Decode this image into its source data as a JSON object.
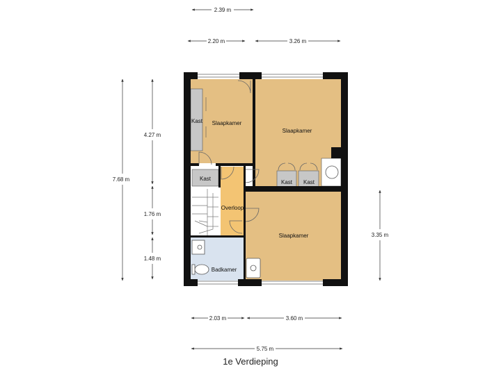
{
  "floor_title": "1e Verdieping",
  "colors": {
    "room": "#e4bf83",
    "hall": "#f3c473",
    "bath": "#d9e3ef",
    "closet": "#c7c7c7",
    "wall": "#111111",
    "dim_line": "#333333"
  },
  "dimensions": {
    "top_total": "2.39 m",
    "top_left": "2.20 m",
    "top_right": "3.26 m",
    "left_total": "7.68 m",
    "left_upper": "4.27 m",
    "left_middle": "1.76 m",
    "left_lower": "1.48 m",
    "right": "3.35 m",
    "bottom_left": "2.03 m",
    "bottom_right": "3.60 m",
    "bottom_total": "5.75 m"
  },
  "rooms": {
    "bedroom_top_left": "Slaapkamer",
    "bedroom_top_right": "Slaapkamer",
    "bedroom_bottom_right": "Slaapkamer",
    "landing": "Overloop",
    "bathroom": "Badkamer",
    "closet_wall": "Kast",
    "closet_small": "Kast",
    "closet_right_1": "Kast",
    "closet_right_2": "Kast"
  }
}
